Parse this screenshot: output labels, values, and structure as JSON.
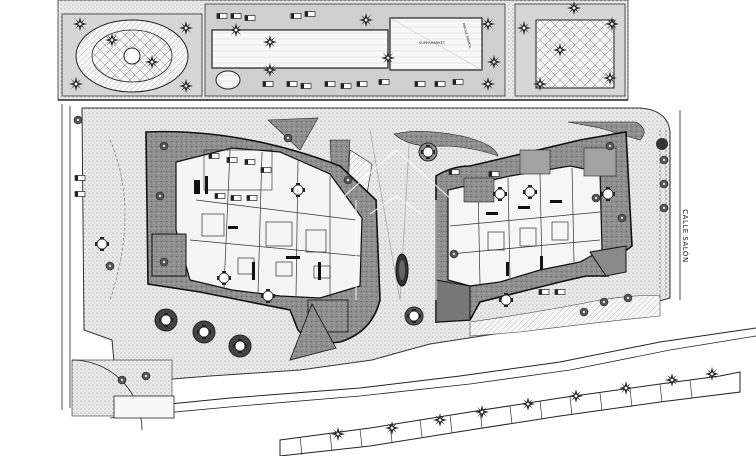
{
  "labels": {
    "supermarket": "SUPERMARKET",
    "parking": "PARQUE INFANTIL",
    "street": "CALLE SALÓN"
  },
  "colors": {
    "paving": "#e9e9e9",
    "block_green": "#9c9c9c",
    "garden": "#8a8a8a",
    "line": "#1c1c1c",
    "palm": "#2e2e2e"
  },
  "icons": {
    "palm": "palm-tree-icon",
    "round_table": "round-table-icon",
    "tree": "tree-icon"
  }
}
